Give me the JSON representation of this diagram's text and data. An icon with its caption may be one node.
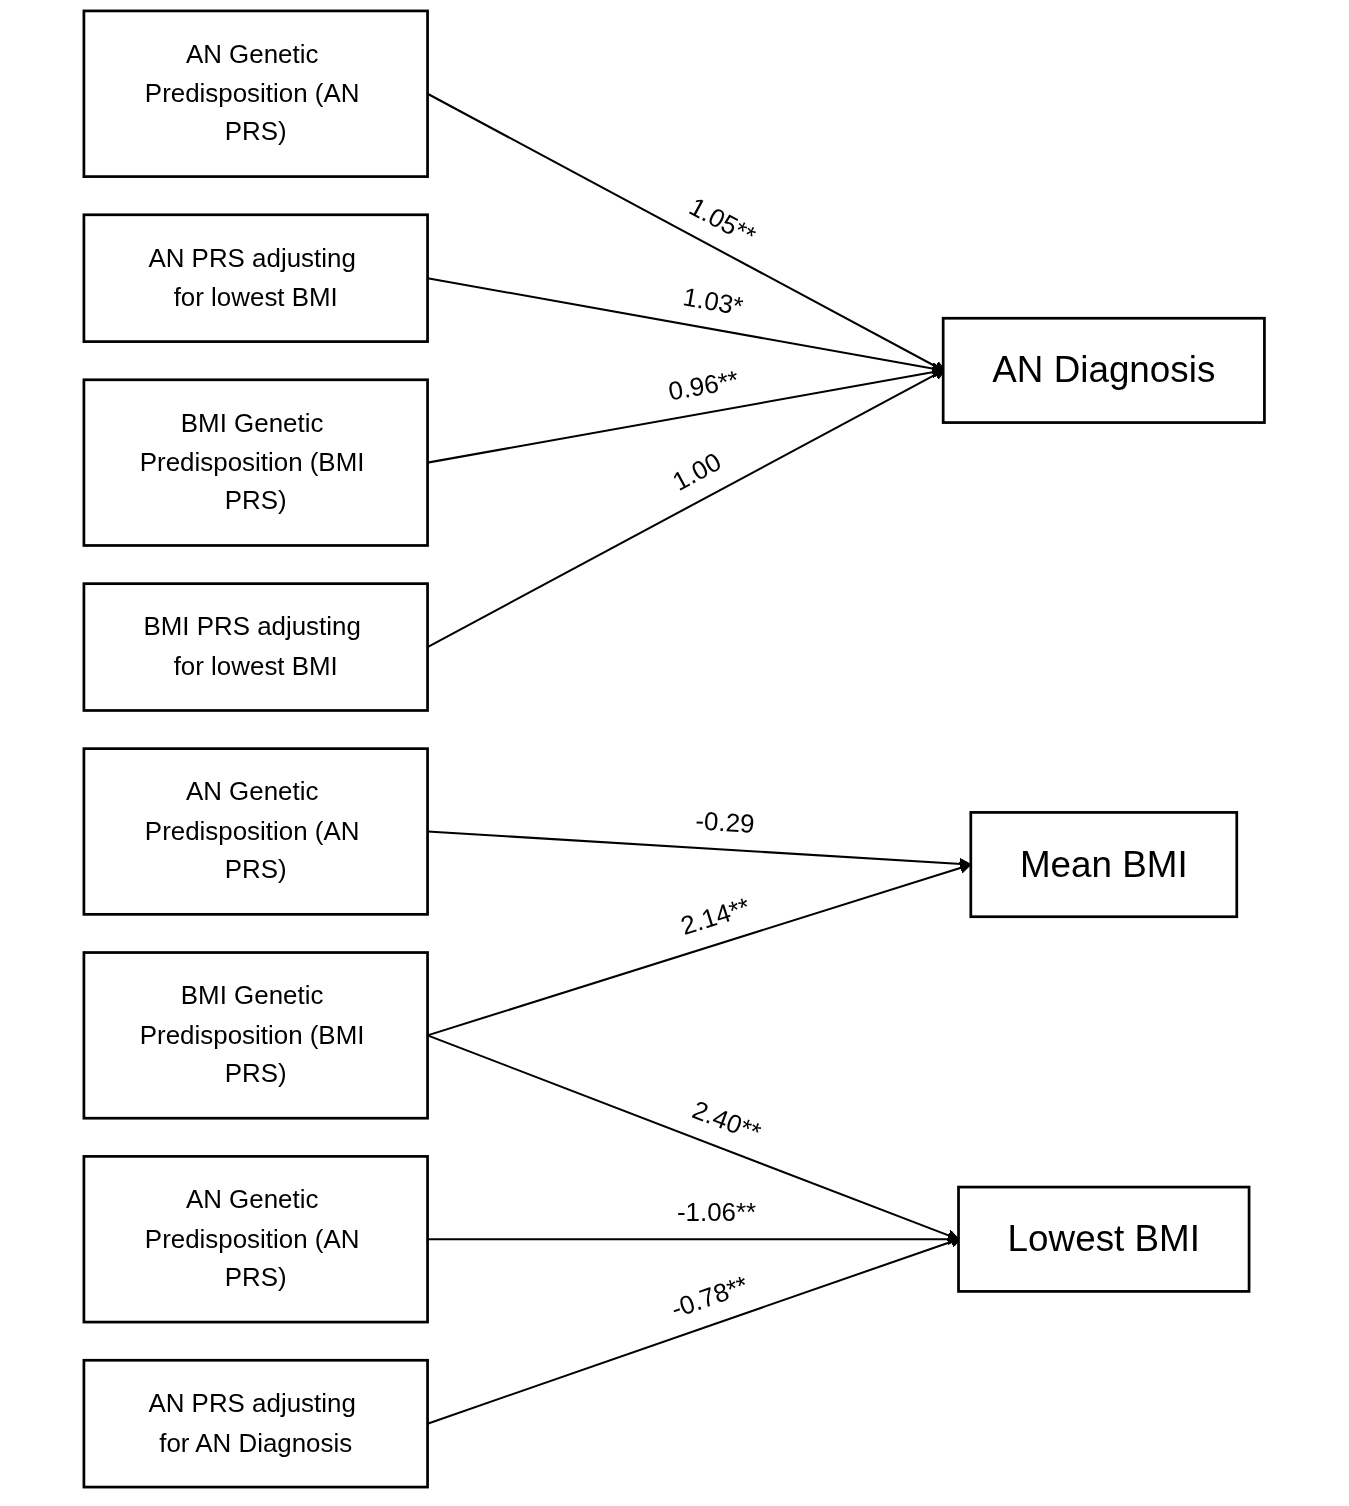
{
  "diagram": {
    "nodes": [
      {
        "text": [
          "AN Genetic Predisposition (AN PRS)"
        ]
      },
      {
        "text": [
          "AN PRS adjusting for lowest BMI"
        ]
      },
      {
        "text": [
          "BMI Genetic Predisposition (BMI PRS)"
        ]
      },
      {
        "text": [
          "BMI PRS adjusting for lowest BMI"
        ]
      },
      {
        "text": [
          "AN Genetic Predisposition (AN PRS)"
        ]
      },
      {
        "text": [
          "BMI Genetic Predisposition (BMI PRS)"
        ]
      },
      {
        "text": [
          "AN Genetic Predisposition (AN PRS)"
        ]
      },
      {
        "text": [
          "AN PRS adjusting for AN Diagnosis"
        ]
      },
      {
        "text": [
          "AN Diagnosis"
        ]
      },
      {
        "text": [
          "Mean BMI"
        ]
      },
      {
        "text": [
          "Lowest BMI"
        ]
      }
    ],
    "edges": [
      {
        "from": 0,
        "to": 8,
        "arrow": "to",
        "label": "1.05**"
      },
      {
        "from": 1,
        "to": 8,
        "arrow": "to",
        "label": "1.03*"
      },
      {
        "from": 2,
        "to": 8,
        "arrow": "to",
        "label": "0.96**"
      },
      {
        "from": 3,
        "to": 8,
        "arrow": "to",
        "label": "1.00"
      },
      {
        "from": 4,
        "to": 9,
        "arrow": "to",
        "label": "-0.29"
      },
      {
        "from": 5,
        "to": 9,
        "arrow": "to",
        "label": "2.14**"
      },
      {
        "from": 5,
        "to": 10,
        "arrow": "to",
        "label": "2.40**"
      },
      {
        "from": 6,
        "to": 10,
        "arrow": "to",
        "label": "-1.06**"
      },
      {
        "from": 7,
        "to": 10,
        "arrow": "to",
        "label": "-0.78**"
      }
    ]
  }
}
